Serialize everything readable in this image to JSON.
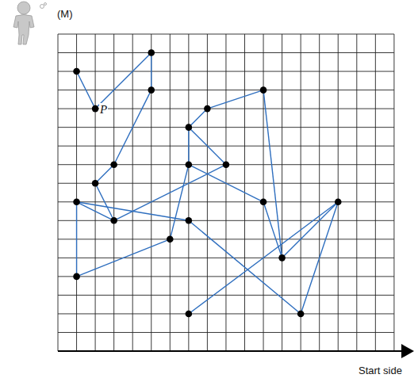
{
  "diagram": {
    "labels": [
      "(M)",
      "P",
      "Start side"
    ]
  }
}
